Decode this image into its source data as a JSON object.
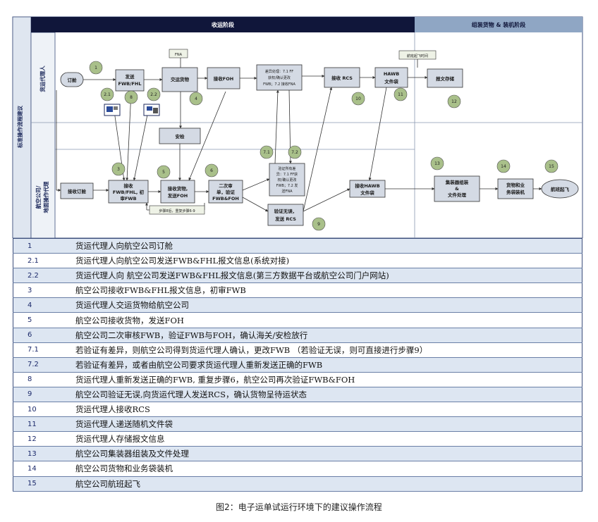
{
  "title_vertical": "标准操作流程建议",
  "phases": {
    "shipping": "收运阶段",
    "loading": "组装货物 & 装机阶段"
  },
  "lanes": {
    "agent": "货运代理人",
    "airline_line1": "航空公司/",
    "airline_line2": "地面操作代理"
  },
  "nodes": {
    "book": "订舱",
    "send_line1": "发送",
    "send_line2": "FWB/FHL",
    "deliver": "交运货物",
    "recv_foh": "接收FOH",
    "diff_line1": "差异处理：7.1 FF",
    "diff_line2": "获权/确认更改",
    "diff_line3": "FWB；7.2 接收FNA",
    "recv_rcs": "接收 RCS",
    "hawb_line1": "HAWB",
    "hawb_line2": "文件袋",
    "store": "报文存储",
    "security": "安检",
    "recv_book": "接收订舱",
    "recv_fwb_line1": "接收",
    "recv_fwb_line2": "FWB/FHL, 初",
    "recv_fwb_line3": "审FWB",
    "recv_goods_line1": "接收货物,",
    "recv_goods_line2": "发送FOH",
    "second_line1": "二次审",
    "second_line2": "单，验证",
    "second_line3": "FWB&FOH",
    "verify_diff_line1": "验证所有差",
    "verify_diff_line2": "异：7.1 FF获",
    "verify_diff_line3": "权/确认更改",
    "verify_diff_line4": "FWB；7.2 发",
    "verify_diff_line5": "送FNA",
    "verify_ok_line1": "验证无误，",
    "verify_ok_line2": "发送 RCS",
    "recv_hawb_line1": "接收HAWB",
    "recv_hawb_line2": "文件袋",
    "uld_line1": "集装器组装",
    "uld_line2": "&",
    "uld_line3": "文件处理",
    "cargo_line1": "货物和业",
    "cargo_line2": "务袋装机",
    "takeoff": "航班起飞",
    "fna": "FNA",
    "flight_time": "航班起飞时间",
    "repeat": "步骤8后，重复步骤6-9"
  },
  "circles": [
    "1",
    "2.1",
    "8",
    "2.2",
    "4",
    "3",
    "5",
    "6",
    "7.1",
    "7.2",
    "9",
    "10",
    "11",
    "12",
    "13",
    "14",
    "15"
  ],
  "steps": [
    {
      "num": "1",
      "text": "货运代理人向航空公司订舱"
    },
    {
      "num": "2.1",
      "text": "货运代理人向航空公司发送FWB&FHL报文信息(系统对接)"
    },
    {
      "num": "2.2",
      "text": "货运代理人向 航空公司发送FWB&FHL报文信息(第三方数据平台或航空公司门户网站)"
    },
    {
      "num": "3",
      "text": "航空公司接收FWB&FHL报文信息，初审FWB"
    },
    {
      "num": "4",
      "text": "货运代理人交运货物给航空公司"
    },
    {
      "num": "5",
      "text": "航空公司接收货物，发送FOH"
    },
    {
      "num": "6",
      "text": "航空公司二次审核FWB，验证FWB与FOH，确认海关/安检放行"
    },
    {
      "num": "7.1",
      "text": "若验证有差异，则航空公司得到货运代理人确认，更改FWB （若验证无误，则可直接进行步骤9）"
    },
    {
      "num": "7.2",
      "text": "若验证有差异，或者由航空公司要求货运代理人重新发送正确的FWB"
    },
    {
      "num": "8",
      "text": "货运代理人重新发送正确的FWB, 重复步骤6，航空公司再次验证FWB&FOH"
    },
    {
      "num": "9",
      "text": "航空公司验证无误,向货运代理人发送RCS，确认货物呈待运状态"
    },
    {
      "num": "10",
      "text": "货运代理人接收RCS"
    },
    {
      "num": "11",
      "text": "货运代理人递送随机文件袋"
    },
    {
      "num": "12",
      "text": "货运代理人存储报文信息"
    },
    {
      "num": "13",
      "text": "航空公司集装器组装及文件处理"
    },
    {
      "num": "14",
      "text": "航空公司货物和业务袋装机"
    },
    {
      "num": "15",
      "text": "航空公司航班起飞"
    }
  ],
  "caption": "图2：电子运单试运行环境下的建议操作流程",
  "colors": {
    "header_dark": "#10163a",
    "header_light": "#8fa6c4",
    "box_fill": "#d4dae4",
    "circle_fill": "#a9c08a",
    "row_alt": "#dde6f2"
  }
}
